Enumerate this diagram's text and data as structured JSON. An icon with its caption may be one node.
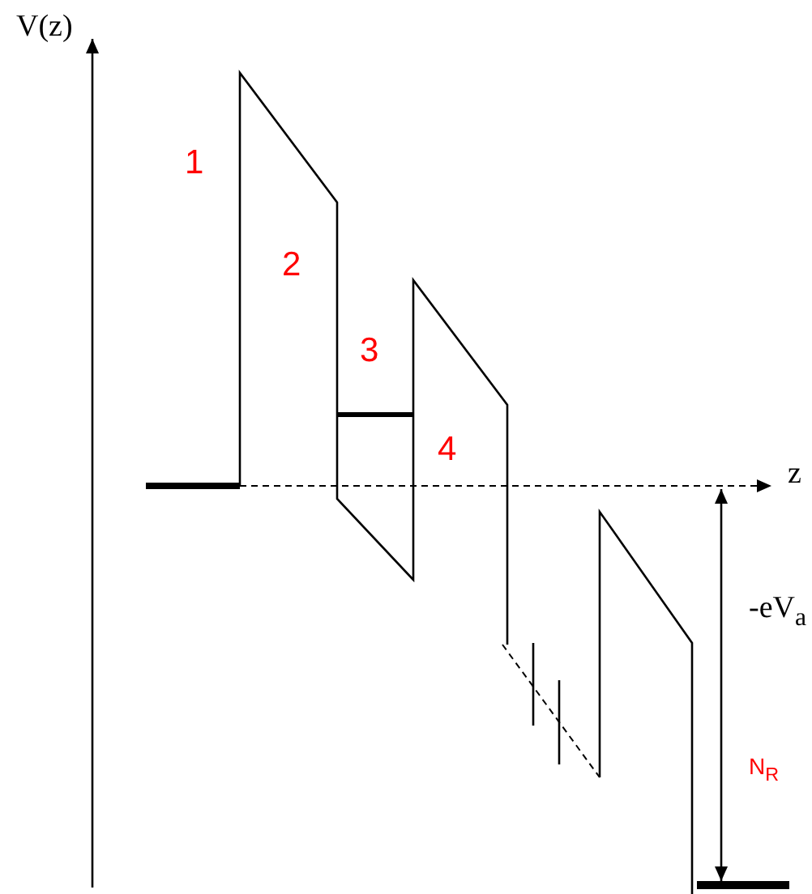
{
  "diagram": {
    "labels": [
      "V(z)",
      "z",
      "1",
      "2",
      "3",
      "4",
      "-eV$_{a}$",
      "N$_{R}$"
    ]
  }
}
